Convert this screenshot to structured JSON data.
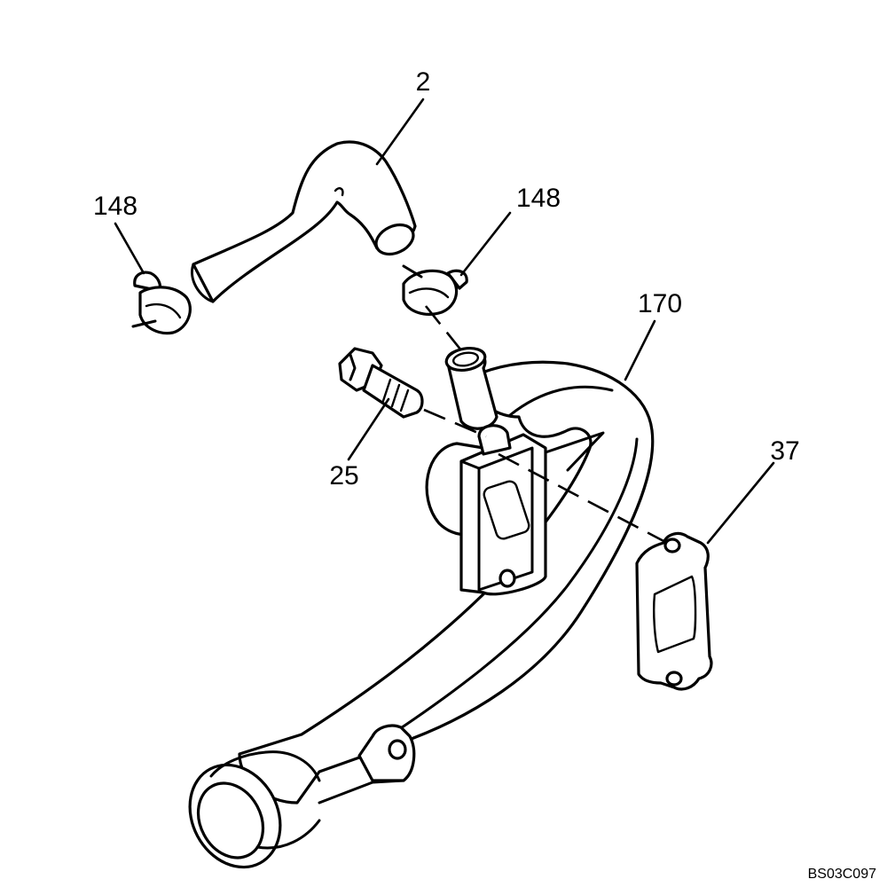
{
  "callouts": {
    "hose": "2",
    "clamp_left": "148",
    "clamp_right": "148",
    "tube_assembly": "170",
    "bolt": "25",
    "gasket": "37"
  },
  "figure_id": "BS03C097"
}
